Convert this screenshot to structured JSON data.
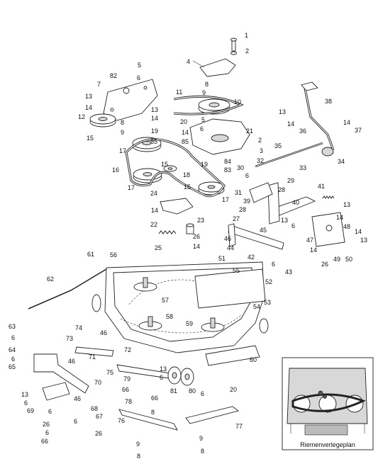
{
  "inset": {
    "caption": "Riemenverlegeplan"
  },
  "callouts": [
    {
      "id": "c1",
      "text": "1"
    },
    {
      "id": "c2a",
      "text": "2"
    },
    {
      "id": "c4",
      "text": "4"
    },
    {
      "id": "c5a",
      "text": "5"
    },
    {
      "id": "c6a",
      "text": "6"
    },
    {
      "id": "c82",
      "text": "82"
    },
    {
      "id": "c7",
      "text": "7"
    },
    {
      "id": "c8a",
      "text": "8"
    },
    {
      "id": "c9a",
      "text": "9"
    },
    {
      "id": "c11",
      "text": "11"
    },
    {
      "id": "c10",
      "text": "10"
    },
    {
      "id": "c13a",
      "text": "13"
    },
    {
      "id": "c14a",
      "text": "14"
    },
    {
      "id": "c12",
      "text": "12"
    },
    {
      "id": "c13b",
      "text": "13"
    },
    {
      "id": "c14b",
      "text": "14"
    },
    {
      "id": "c8b",
      "text": "8"
    },
    {
      "id": "c9b",
      "text": "9"
    },
    {
      "id": "c20a",
      "text": "20"
    },
    {
      "id": "c5b",
      "text": "5"
    },
    {
      "id": "c14c",
      "text": "14"
    },
    {
      "id": "c6b",
      "text": "6"
    },
    {
      "id": "c19a",
      "text": "19"
    },
    {
      "id": "c85a",
      "text": "85"
    },
    {
      "id": "c85b",
      "text": "85"
    },
    {
      "id": "c21",
      "text": "21"
    },
    {
      "id": "c2b",
      "text": "2"
    },
    {
      "id": "c3",
      "text": "3"
    },
    {
      "id": "c15a",
      "text": "15"
    },
    {
      "id": "c17a",
      "text": "17"
    },
    {
      "id": "c16",
      "text": "16"
    },
    {
      "id": "c15b",
      "text": "15"
    },
    {
      "id": "c19b",
      "text": "19"
    },
    {
      "id": "c18",
      "text": "18"
    },
    {
      "id": "c84",
      "text": "84"
    },
    {
      "id": "c83",
      "text": "83"
    },
    {
      "id": "c38",
      "text": "38"
    },
    {
      "id": "c13c",
      "text": "13"
    },
    {
      "id": "c14d",
      "text": "14"
    },
    {
      "id": "c36",
      "text": "36"
    },
    {
      "id": "c14e",
      "text": "14"
    },
    {
      "id": "c37",
      "text": "37"
    },
    {
      "id": "c35",
      "text": "35"
    },
    {
      "id": "c34",
      "text": "34"
    },
    {
      "id": "c32",
      "text": "32"
    },
    {
      "id": "c33",
      "text": "33"
    },
    {
      "id": "c30",
      "text": "30"
    },
    {
      "id": "c6c",
      "text": "6"
    },
    {
      "id": "c29",
      "text": "29"
    },
    {
      "id": "c31",
      "text": "31"
    },
    {
      "id": "c28a",
      "text": "28"
    },
    {
      "id": "c17b",
      "text": "17"
    },
    {
      "id": "c15c",
      "text": "15"
    },
    {
      "id": "c24",
      "text": "24"
    },
    {
      "id": "c17c",
      "text": "17"
    },
    {
      "id": "c39",
      "text": "39"
    },
    {
      "id": "c28b",
      "text": "28"
    },
    {
      "id": "c40",
      "text": "40"
    },
    {
      "id": "c41",
      "text": "41"
    },
    {
      "id": "c14f",
      "text": "14"
    },
    {
      "id": "c22",
      "text": "22"
    },
    {
      "id": "c23",
      "text": "23"
    },
    {
      "id": "c26a",
      "text": "26"
    },
    {
      "id": "c27",
      "text": "27"
    },
    {
      "id": "c13d",
      "text": "13"
    },
    {
      "id": "c14g",
      "text": "14"
    },
    {
      "id": "c45",
      "text": "45"
    },
    {
      "id": "c13e",
      "text": "13"
    },
    {
      "id": "c6d",
      "text": "6"
    },
    {
      "id": "c25",
      "text": "25"
    },
    {
      "id": "c46a",
      "text": "46"
    },
    {
      "id": "c14h",
      "text": "14"
    },
    {
      "id": "c48",
      "text": "48"
    },
    {
      "id": "c14i",
      "text": "14"
    },
    {
      "id": "c47",
      "text": "47"
    },
    {
      "id": "c13f",
      "text": "13"
    },
    {
      "id": "c44",
      "text": "44"
    },
    {
      "id": "c61",
      "text": "61"
    },
    {
      "id": "c56",
      "text": "56"
    },
    {
      "id": "c51",
      "text": "51"
    },
    {
      "id": "c42",
      "text": "42"
    },
    {
      "id": "c6e",
      "text": "6"
    },
    {
      "id": "c43",
      "text": "43"
    },
    {
      "id": "c14j",
      "text": "14"
    },
    {
      "id": "c26b",
      "text": "26"
    },
    {
      "id": "c49",
      "text": "49"
    },
    {
      "id": "c50",
      "text": "50"
    },
    {
      "id": "c62",
      "text": "62"
    },
    {
      "id": "c55",
      "text": "55"
    },
    {
      "id": "c52",
      "text": "52"
    },
    {
      "id": "c57",
      "text": "57"
    },
    {
      "id": "c54",
      "text": "54"
    },
    {
      "id": "c53",
      "text": "53"
    },
    {
      "id": "c58",
      "text": "58"
    },
    {
      "id": "c59",
      "text": "59"
    },
    {
      "id": "c63",
      "text": "63"
    },
    {
      "id": "c74",
      "text": "74"
    },
    {
      "id": "c46b",
      "text": "46"
    },
    {
      "id": "c73",
      "text": "73"
    },
    {
      "id": "c6f",
      "text": "6"
    },
    {
      "id": "c64",
      "text": "64"
    },
    {
      "id": "c72",
      "text": "72"
    },
    {
      "id": "c6g",
      "text": "6"
    },
    {
      "id": "c65",
      "text": "65"
    },
    {
      "id": "c60",
      "text": "60"
    },
    {
      "id": "c46c",
      "text": "46"
    },
    {
      "id": "c71",
      "text": "71"
    },
    {
      "id": "c75",
      "text": "75"
    },
    {
      "id": "c13g",
      "text": "13"
    },
    {
      "id": "c6h",
      "text": "6"
    },
    {
      "id": "c79",
      "text": "79"
    },
    {
      "id": "c70",
      "text": "70"
    },
    {
      "id": "c66a",
      "text": "66"
    },
    {
      "id": "c66b",
      "text": "66"
    },
    {
      "id": "c81",
      "text": "81"
    },
    {
      "id": "c80",
      "text": "80"
    },
    {
      "id": "c13h",
      "text": "13"
    },
    {
      "id": "c6i",
      "text": "6"
    },
    {
      "id": "c20b",
      "text": "20"
    },
    {
      "id": "c6j",
      "text": "6"
    },
    {
      "id": "c69",
      "text": "69"
    },
    {
      "id": "c46d",
      "text": "46"
    },
    {
      "id": "c68",
      "text": "68"
    },
    {
      "id": "c78",
      "text": "78"
    },
    {
      "id": "c8c",
      "text": "8"
    },
    {
      "id": "c6k",
      "text": "6"
    },
    {
      "id": "c6l",
      "text": "6"
    },
    {
      "id": "c67",
      "text": "67"
    },
    {
      "id": "c26c",
      "text": "26"
    },
    {
      "id": "c26d",
      "text": "26"
    },
    {
      "id": "c6m",
      "text": "6"
    },
    {
      "id": "c76",
      "text": "76"
    },
    {
      "id": "c77",
      "text": "77"
    },
    {
      "id": "c66c",
      "text": "66"
    },
    {
      "id": "c9c",
      "text": "9"
    },
    {
      "id": "c9d",
      "text": "9"
    },
    {
      "id": "c8d",
      "text": "8"
    },
    {
      "id": "c8e",
      "text": "8"
    }
  ]
}
